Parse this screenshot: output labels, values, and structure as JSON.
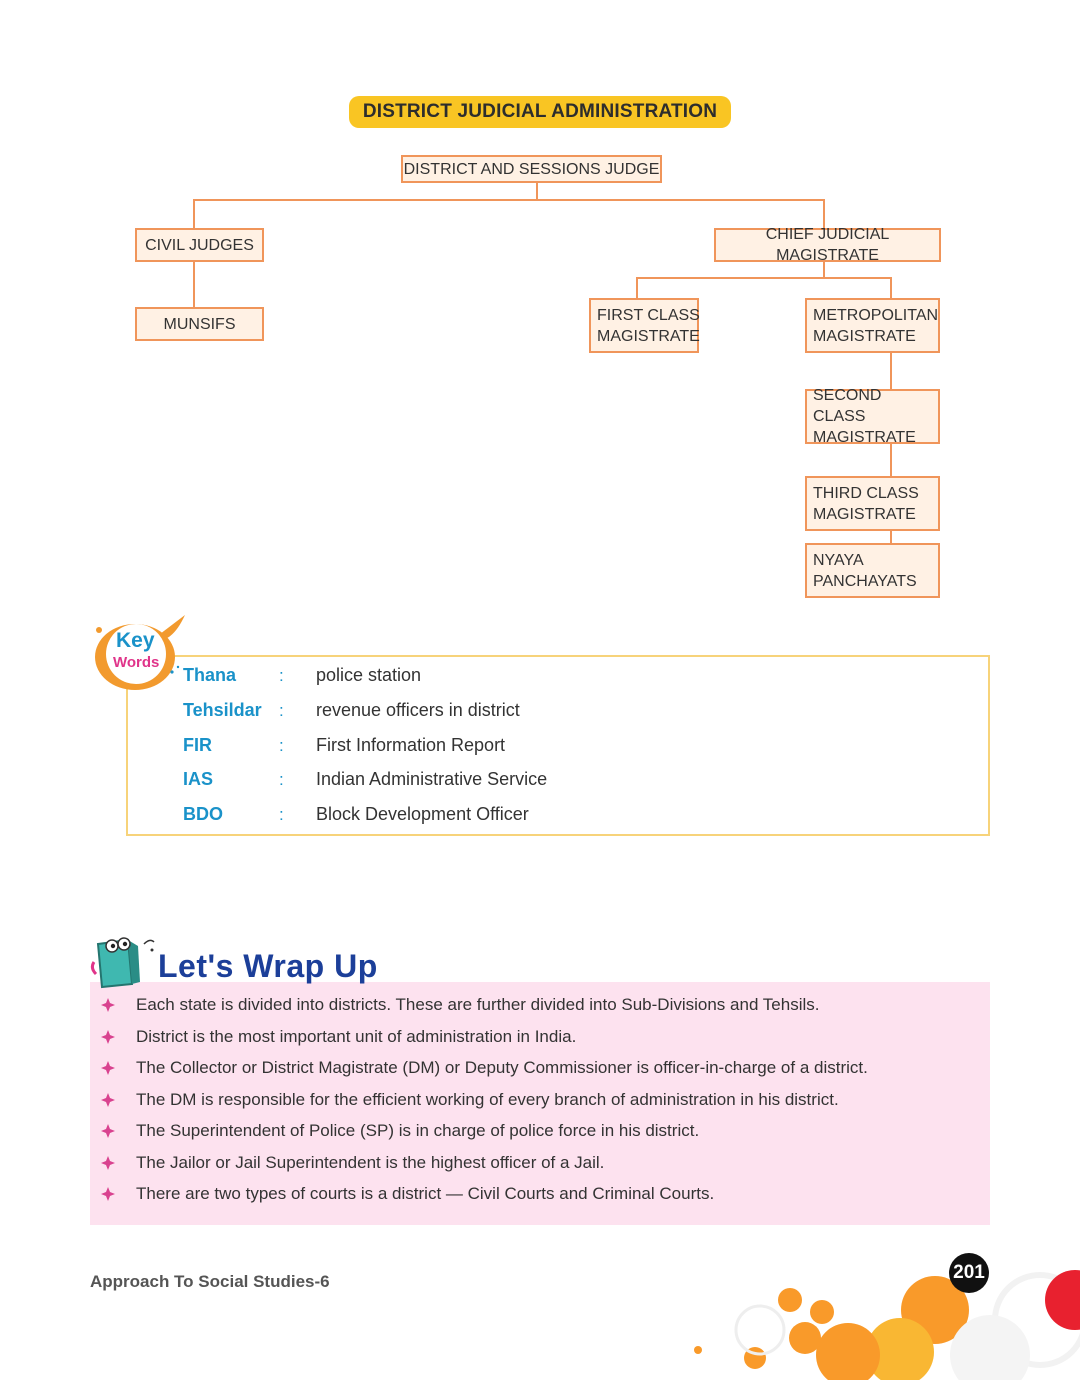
{
  "chart": {
    "title": "DISTRICT JUDICIAL ADMINISTRATION",
    "nodes": {
      "district_sessions_judge": "DISTRICT AND SESSIONS JUDGE",
      "civil_judges": "CIVIL JUDGES",
      "munsifs": "MUNSIFS",
      "chief_judicial_magistrate": "CHIEF JUDICIAL MAGISTRATE",
      "first_class_magistrate": "FIRST CLASS\nMAGISTRATE",
      "metropolitan_magistrate": "METROPOLITAN\nMAGISTRATE",
      "second_class_magistrate": "SECOND CLASS\nMAGISTRATE",
      "third_class_magistrate": "THIRD CLASS\nMAGISTRATE",
      "nyaya_panchayats": "NYAYA\nPANCHAYATS"
    }
  },
  "key_words": {
    "badge_line1": "Key",
    "badge_line2": "Words",
    "colon": ":",
    "items": [
      {
        "term": "Thana",
        "definition": "police station"
      },
      {
        "term": "Tehsildar",
        "definition": "revenue officers in district"
      },
      {
        "term": "FIR",
        "definition": "First Information Report"
      },
      {
        "term": "IAS",
        "definition": "Indian Administrative Service"
      },
      {
        "term": "BDO",
        "definition": "Block Development Officer"
      }
    ]
  },
  "wrap_up": {
    "title": "Let's Wrap Up",
    "items": [
      "Each state is divided into districts. These are further divided into Sub-Divisions and Tehsils.",
      "District is the most important unit of administration in India.",
      "The Collector or District Magistrate (DM) or Deputy Commissioner is officer-in-charge of a district.",
      "The DM is responsible for the efficient working of every branch of administration in his district.",
      "The Superintendent of Police (SP) is in charge of police force in his district.",
      "The Jailor or Jail Superintendent is the highest officer of a Jail.",
      "There are two types of courts is a district — Civil Courts and Criminal Courts."
    ]
  },
  "footer": {
    "book_title": "Approach To Social Studies-6",
    "page_number": "201"
  },
  "colors": {
    "accent_orange": "#f0955a",
    "title_yellow": "#f9c523",
    "keyword_blue": "#1a92c9",
    "wrap_pink": "#fde2ef",
    "wrap_title_blue": "#1c3f99",
    "bullet_magenta": "#d9428f"
  }
}
